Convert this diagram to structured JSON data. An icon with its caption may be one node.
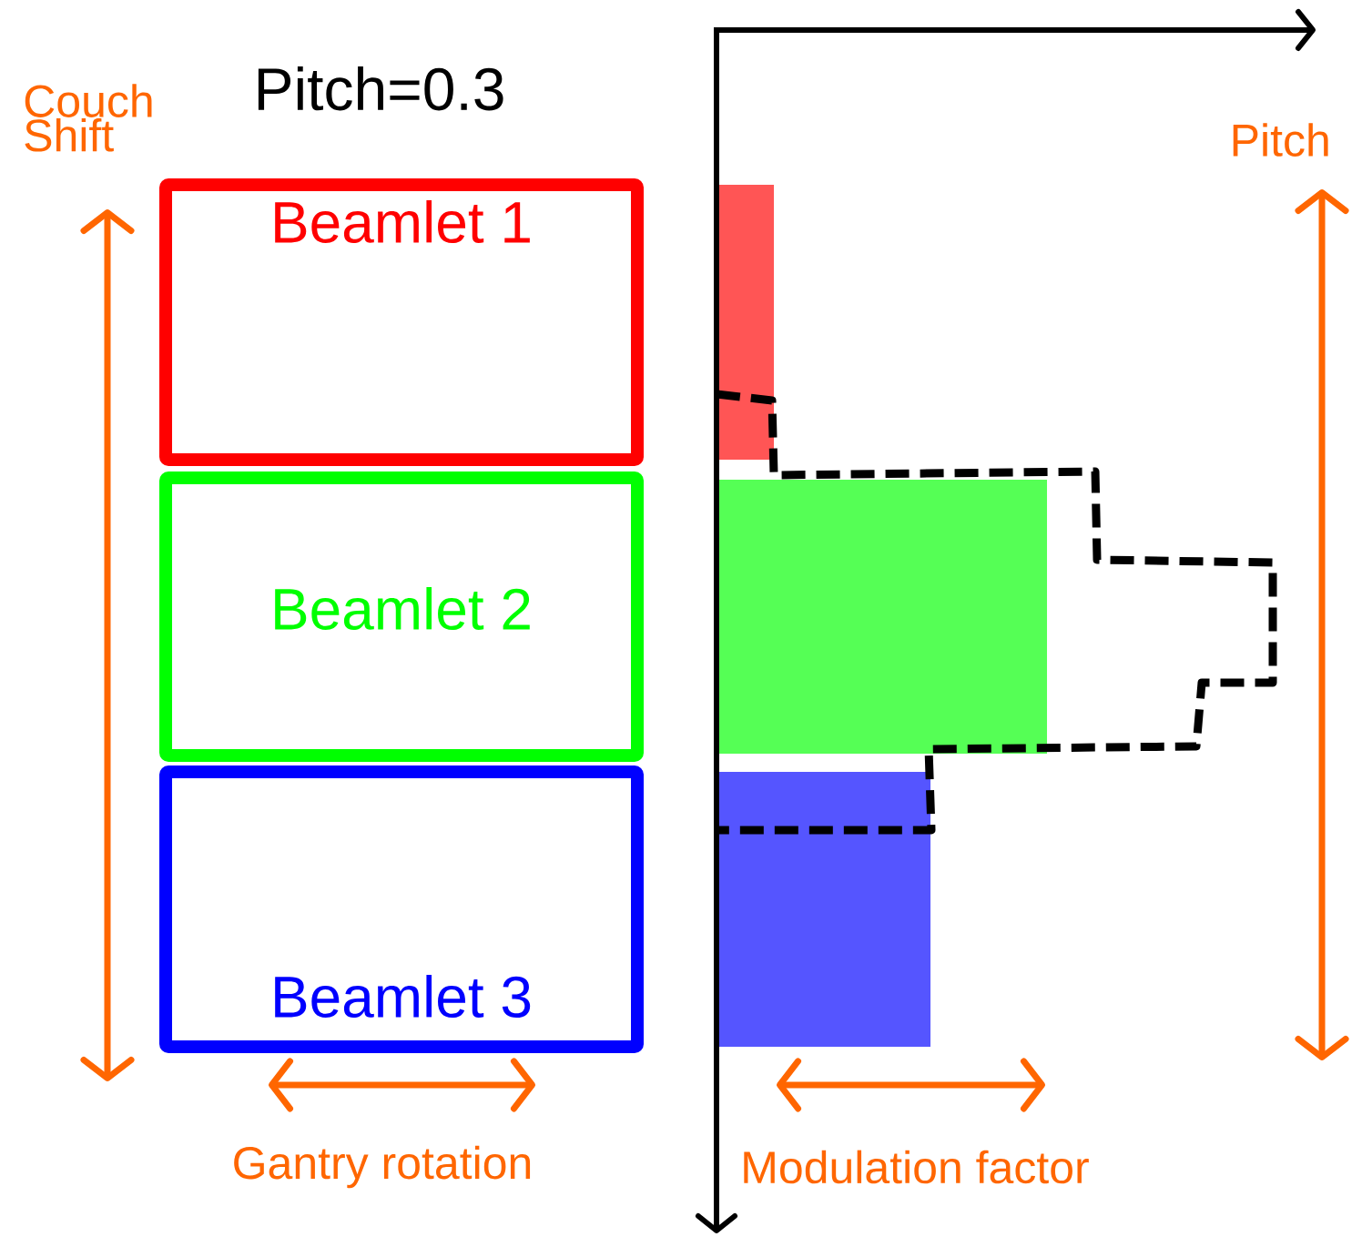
{
  "diagram": {
    "title": "Pitch=0.3",
    "nodes": [
      {
        "text": [
          "Beamlet 1"
        ]
      },
      {
        "text": [
          "Beamlet 2"
        ]
      },
      {
        "text": [
          "Beamlet 3"
        ]
      }
    ],
    "labels": [
      "Couch Shift",
      "Pitch",
      "Gantry rotation",
      "Modulation factor"
    ]
  }
}
